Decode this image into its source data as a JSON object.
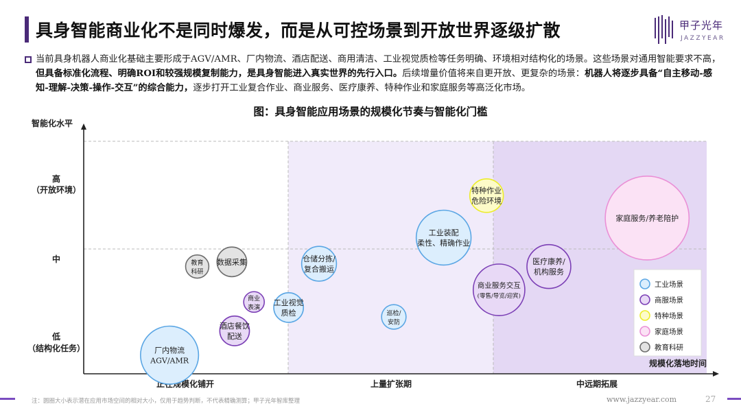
{
  "header": {
    "title": "具身智能商业化不是同时爆发，而是从可控场景到开放世界逐级扩散",
    "logo_cn": "甲子光年",
    "logo_en": "JAZZYEAR"
  },
  "intro": {
    "p1": "当前具身机器人商业化基础主要形成于AGV/AMR、厂内物流、酒店配送、商用清洁、工业视觉质检等任务明确、环境相对结构化的场景。这些场景对通用智能要求不高，",
    "p2_bold": "但具备标准化流程、明确ROI和较强规模复制能力，是具身智能进入真实世界的先行入口。",
    "p3": "后续增量价值将来自更开放、更复杂的场景：",
    "p4_bold": "机器人将逐步具备“自主移动-感知-理解-决策-操作-交互”的综合能力，",
    "p5": "逐步打开工业复合作业、商业服务、医疗康养、特种作业和家庭服务等高泛化市场。"
  },
  "chart_data": {
    "type": "bubble",
    "title": "图：具身智能应用场景的规模化节奏与智能化门槛",
    "ylabel": "智能化水平",
    "xlabel": "规模化落地时间",
    "y_levels": [
      {
        "line1": "高",
        "line2": "（开放环境）"
      },
      {
        "line1": "中",
        "line2": ""
      },
      {
        "line1": "低",
        "line2": "（结构化任务）"
      }
    ],
    "x_phases": [
      "正在规模化铺开",
      "上量扩张期",
      "中远期拓展"
    ],
    "categories": [
      {
        "name": "工业场景",
        "color": "#dceefd",
        "stroke": "#5aa6e4"
      },
      {
        "name": "商服场景",
        "color": "#e8d9f6",
        "stroke": "#7b3fb5"
      },
      {
        "name": "特种场景",
        "color": "#fdfbc8",
        "stroke": "#ecec2a"
      },
      {
        "name": "家庭场景",
        "color": "#fbe2f5",
        "stroke": "#ea8fd6"
      },
      {
        "name": "教育科研",
        "color": "#e3e3e3",
        "stroke": "#6d6d6d"
      }
    ],
    "bubbles": [
      {
        "label": [
          "厂内物流",
          "AGV/AMR"
        ],
        "category": "工业场景",
        "x": 0.62,
        "y": 0.2,
        "size": 0.9
      },
      {
        "label": [
          "酒店餐饮",
          "配送"
        ],
        "category": "商服场景",
        "x": 1.09,
        "y": 0.46,
        "size": 0.46
      },
      {
        "label": [
          "商业",
          "表演"
        ],
        "category": "商服场景",
        "x": 1.23,
        "y": 0.77,
        "size": 0.32
      },
      {
        "label": [
          "教育",
          "科研"
        ],
        "category": "教育科研",
        "x": 0.82,
        "y": 1.15,
        "size": 0.36
      },
      {
        "label": [
          "数据采集"
        ],
        "category": "教育科研",
        "x": 1.07,
        "y": 1.2,
        "size": 0.46
      },
      {
        "label": [
          "工业视觉",
          "质检"
        ],
        "category": "工业场景",
        "x": 1.48,
        "y": 0.71,
        "size": 0.46
      },
      {
        "label": [
          "仓储分拣/",
          "复合搬运"
        ],
        "category": "工业场景",
        "x": 1.7,
        "y": 1.18,
        "size": 0.54
      },
      {
        "label": [
          "巡检/",
          "安防"
        ],
        "category": "工业场景",
        "x": 2.24,
        "y": 0.61,
        "size": 0.38
      },
      {
        "label": [
          "工业装配",
          "柔性、精确作业"
        ],
        "category": "工业场景",
        "x": 2.6,
        "y": 1.46,
        "size": 0.85
      },
      {
        "label": [
          "特种作业",
          "危险环境"
        ],
        "category": "特种场景",
        "x": 2.91,
        "y": 1.91,
        "size": 0.52
      },
      {
        "label": [
          "商业服务交互",
          "(零售/导览/迎宾)"
        ],
        "category": "商服场景",
        "x": 3.0,
        "y": 0.9,
        "size": 0.8
      },
      {
        "label": [
          "医疗康养/",
          "机构服务"
        ],
        "category": "商服场景",
        "x": 3.36,
        "y": 1.15,
        "size": 0.68
      },
      {
        "label": [
          "家庭服务/养老陪护"
        ],
        "category": "家庭场景",
        "x": 4.07,
        "y": 1.67,
        "size": 1.3
      }
    ],
    "xlim": [
      0,
      4.5
    ],
    "ylim": [
      0,
      2.5
    ]
  },
  "footer": {
    "note": "注：圆圈大小表示潜在应用市场空间的相对大小，仅用于趋势判断，不代表精确测算；甲子光年智库整理",
    "url": "www.jazzyear.com",
    "page": "27"
  },
  "colors": {
    "accent": "#4a2a78",
    "zone_mid": "#f1ebfa",
    "zone_right": "#e4d8f4"
  }
}
